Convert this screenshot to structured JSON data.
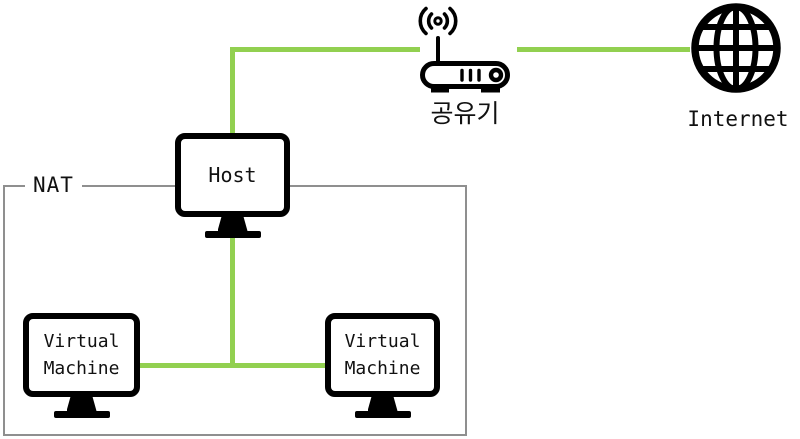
{
  "diagram": {
    "nodes": {
      "router": {
        "label": "공유기",
        "icon": "wifi-router-icon"
      },
      "internet": {
        "label": "Internet",
        "icon": "globe-icon"
      },
      "host": {
        "label": "Host",
        "icon": "monitor-icon"
      },
      "nat": {
        "label": "NAT"
      },
      "vm_left": {
        "label_line1": "Virtual",
        "label_line2": "Machine",
        "icon": "monitor-icon"
      },
      "vm_right": {
        "label_line1": "Virtual",
        "label_line2": "Machine",
        "icon": "monitor-icon"
      }
    },
    "connections": [
      {
        "from": "host",
        "to": "router"
      },
      {
        "from": "router",
        "to": "internet"
      },
      {
        "from": "host",
        "to": "vm_left"
      },
      {
        "from": "host",
        "to": "vm_right"
      },
      {
        "from": "vm_left",
        "to": "vm_right"
      }
    ],
    "colors": {
      "link_green": "#92d050",
      "icon_black": "#000000",
      "nat_border_gray": "#8f8f8f"
    }
  }
}
